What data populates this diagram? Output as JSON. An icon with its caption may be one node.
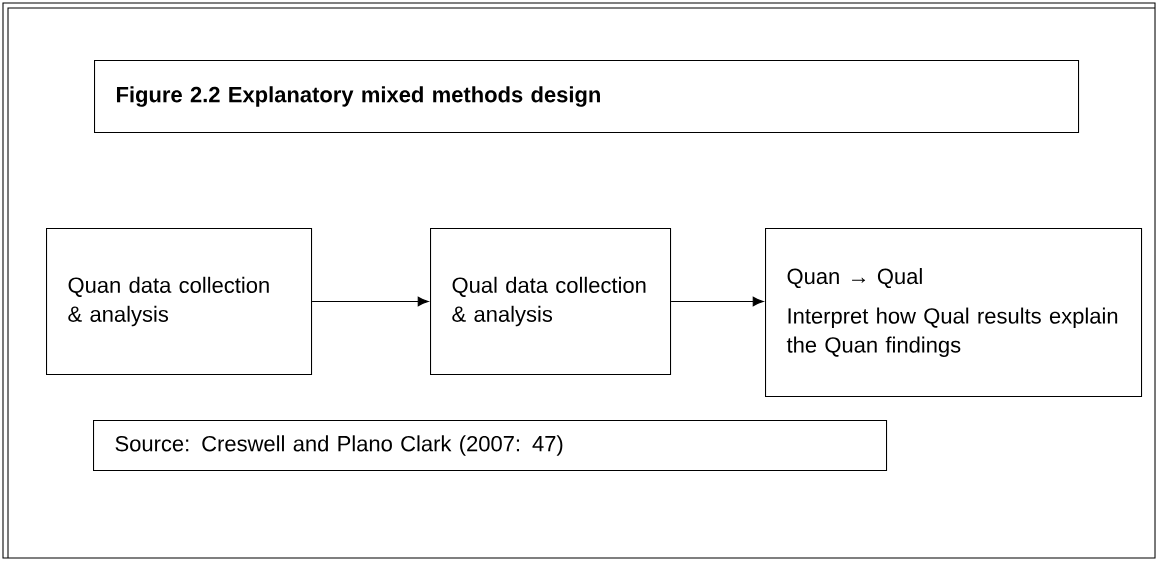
{
  "diagram": {
    "nodes": [
      {
        "text": [
          "Figure 2.2 Explanatory mixed methods design"
        ]
      },
      {
        "text": [
          "Quan data collection & analysis"
        ]
      },
      {
        "text": [
          "Qual data collection & analysis"
        ]
      },
      {
        "text": [
          "Quan → Qual",
          "Interpret how Qual results explain the Quan findings"
        ]
      },
      {
        "text": [
          "Source: Creswell and Plano Clark (2007: 47)"
        ]
      }
    ],
    "edges": [
      {
        "from": 1,
        "to": 2,
        "arrow": "to"
      },
      {
        "from": 2,
        "to": 3,
        "arrow": "to"
      }
    ]
  }
}
